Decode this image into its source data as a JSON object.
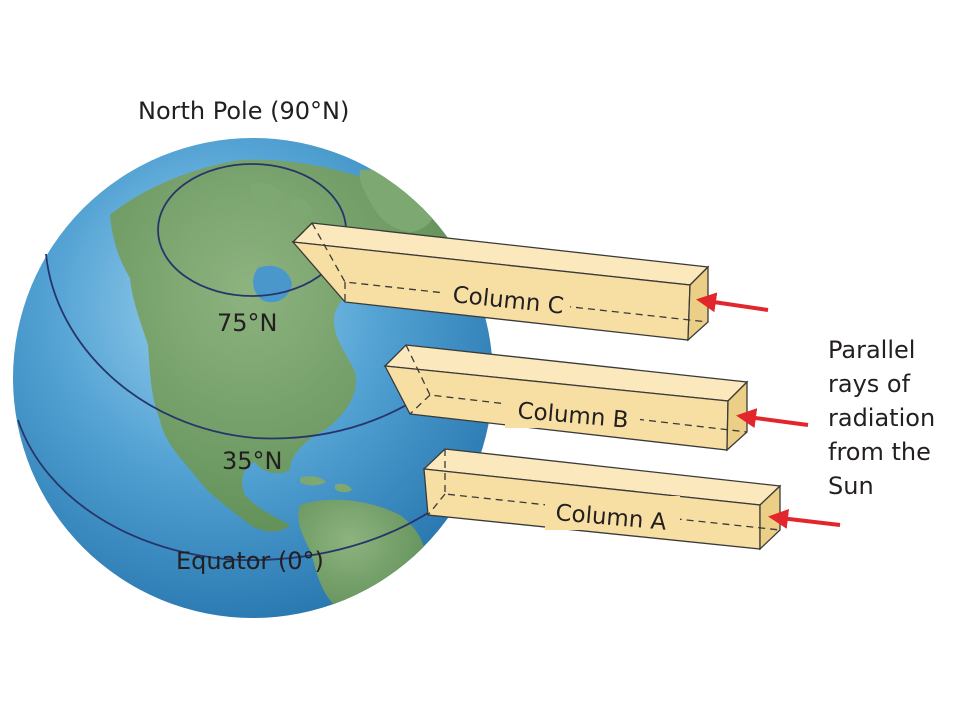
{
  "labels": {
    "north_pole": "North Pole (90°N)",
    "lat_75": "75°N",
    "lat_35": "35°N",
    "equator": "Equator (0°)"
  },
  "columns": {
    "c": "Column C",
    "b": "Column B",
    "a": "Column A"
  },
  "rays_caption": [
    "Parallel",
    "rays of",
    "radiation",
    "from the",
    "Sun"
  ],
  "colors": {
    "ocean": "#3f8fc4",
    "land": "#6e9e61",
    "column_fill": "#f7dfa3",
    "column_edge": "#3a3a3a",
    "latitude_line": "#27356b",
    "ray_arrow": "#e2262b"
  },
  "icons": {
    "sun_ray": "red-arrow-icon"
  }
}
